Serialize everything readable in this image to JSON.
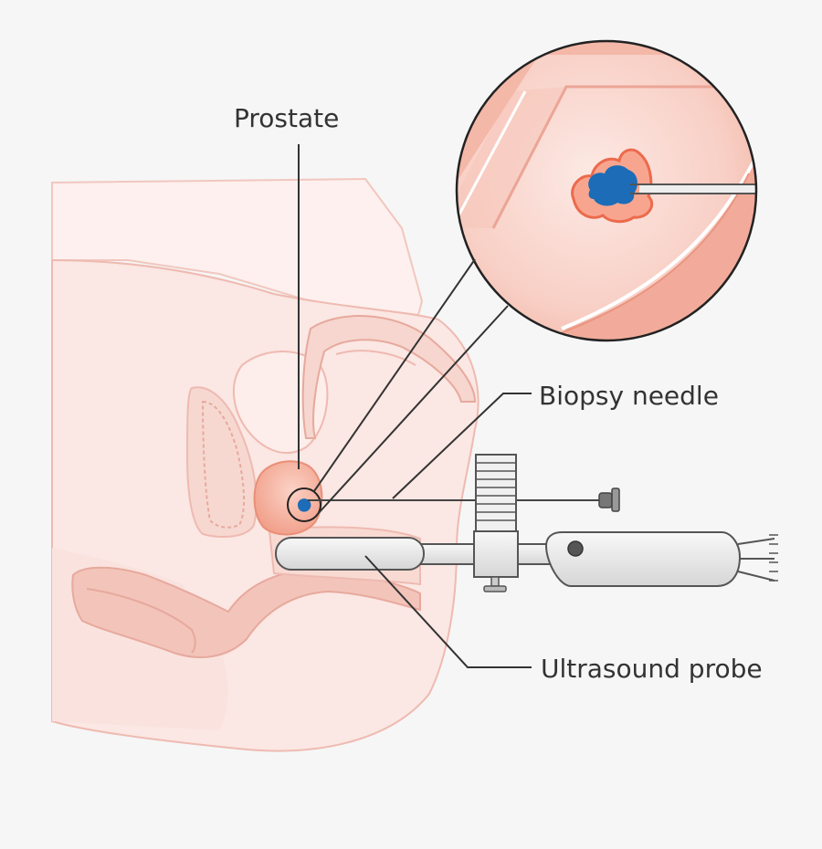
{
  "labels": {
    "prostate": "Prostate",
    "biopsy_needle": "Biopsy needle",
    "ultrasound_probe": "Ultrasound probe"
  },
  "colors": {
    "background": "#f6f6f6",
    "tissue": "#fbe9e6",
    "tissue_outline": "#eebab1",
    "prostate": "#f4a48f",
    "tumor": "#1c6cb8",
    "tumor_halo": "#ec6a4c",
    "instrument": "#e8e8e8",
    "instrument_outline": "#555555",
    "leader_line": "#333333"
  }
}
